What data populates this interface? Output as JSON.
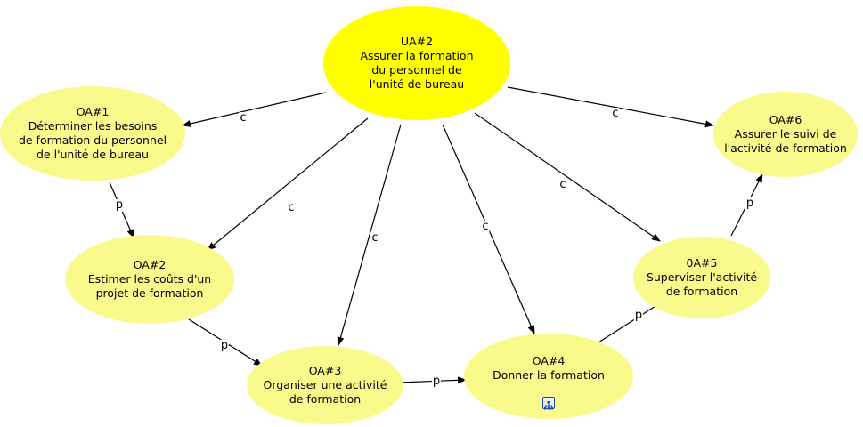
{
  "colors": {
    "main_node_fill": "#ffff00",
    "node_fill": "#fafa8c",
    "edge": "#000000"
  },
  "nodes": [
    {
      "id": "ua2",
      "lines": [
        "UA#2",
        "Assurer la formation",
        "du personnel de",
        "l'unité de bureau"
      ]
    },
    {
      "id": "oa1",
      "lines": [
        "OA#1",
        "Déterminer les besoins",
        "de formation du personnel",
        "de l'unité de bureau"
      ]
    },
    {
      "id": "oa2",
      "lines": [
        "OA#2",
        "Estimer les coûts d'un",
        "projet de formation"
      ]
    },
    {
      "id": "oa3",
      "lines": [
        "OA#3",
        "Organiser une activité",
        "de formation"
      ]
    },
    {
      "id": "oa4",
      "lines": [
        "OA#4",
        "Donner la formation"
      ]
    },
    {
      "id": "oa5",
      "lines": [
        "0A#5",
        "Superviser l'activité",
        "de formation"
      ]
    },
    {
      "id": "oa6",
      "lines": [
        "OA#6",
        "Assurer le suivi de",
        "l'activité de formation"
      ]
    }
  ],
  "edges": [
    {
      "from": "ua2",
      "to": "oa1",
      "label": "c"
    },
    {
      "from": "ua2",
      "to": "oa2",
      "label": "c"
    },
    {
      "from": "ua2",
      "to": "oa3",
      "label": "c"
    },
    {
      "from": "ua2",
      "to": "oa4",
      "label": "c"
    },
    {
      "from": "ua2",
      "to": "oa5",
      "label": "c"
    },
    {
      "from": "ua2",
      "to": "oa6",
      "label": "c"
    },
    {
      "from": "oa1",
      "to": "oa2",
      "label": "p"
    },
    {
      "from": "oa2",
      "to": "oa3",
      "label": "p"
    },
    {
      "from": "oa3",
      "to": "oa4",
      "label": "p"
    },
    {
      "from": "oa4",
      "to": "oa5",
      "label": "p"
    },
    {
      "from": "oa5",
      "to": "oa6",
      "label": "p"
    }
  ],
  "submap_icon": {
    "node": "oa4",
    "name": "submap-icon"
  }
}
